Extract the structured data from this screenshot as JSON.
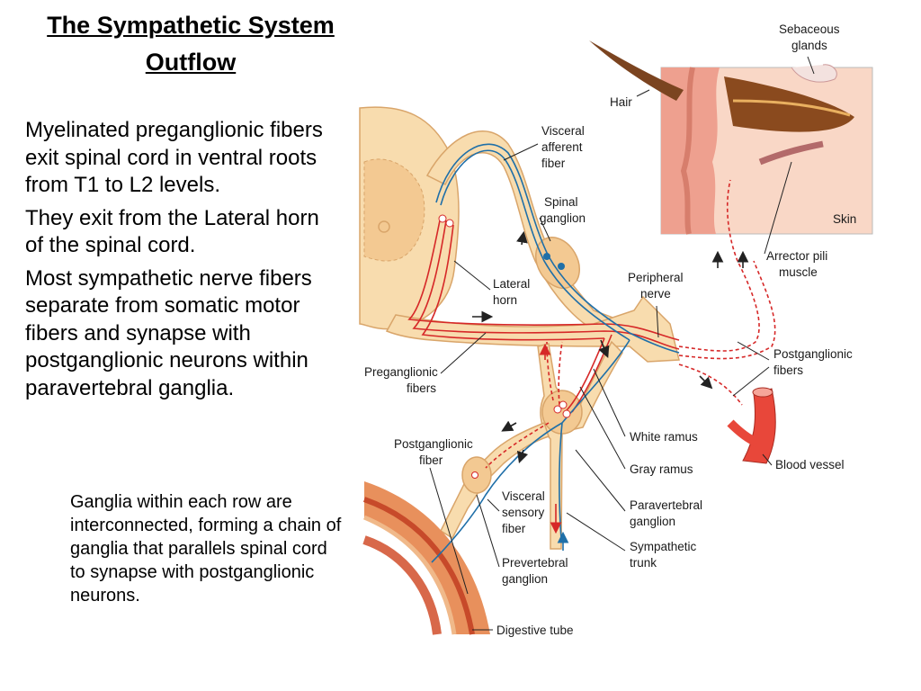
{
  "slide": {
    "title_line1": "The Sympathetic System",
    "title_line2": "Outflow",
    "bullets": [
      "Myelinated preganglionic fibers exit spinal cord in ventral roots from T1 to L2 levels.",
      "They exit from the Lateral horn of the spinal cord.",
      "Most sympathetic nerve fibers separate from somatic motor fibers and synapse with postganglionic neurons within paravertebral ganglia."
    ],
    "sub_bullet": "Ganglia within each row are interconnected, forming a chain of ganglia that parallels spinal cord to synapse with postganglionic neurons."
  },
  "diagram": {
    "labels": {
      "sebaceous_1": "Sebaceous",
      "sebaceous_2": "glands",
      "hair": "Hair",
      "skin": "Skin",
      "visceral_afferent_1": "Visceral",
      "visceral_afferent_2": "afferent",
      "visceral_afferent_3": "fiber",
      "spinal_ganglion_1": "Spinal",
      "spinal_ganglion_2": "ganglion",
      "arrector_1": "Arrector pili",
      "arrector_2": "muscle",
      "lateral_horn_1": "Lateral",
      "lateral_horn_2": "horn",
      "peripheral_nerve_1": "Peripheral",
      "peripheral_nerve_2": "nerve",
      "postganglionic_fibers_1": "Postganglionic",
      "postganglionic_fibers_2": "fibers",
      "preganglionic_1": "Preganglionic",
      "preganglionic_2": "fibers",
      "white_ramus": "White ramus",
      "blood_vessel": "Blood vessel",
      "postganglionic_fiber_1": "Postganglionic",
      "postganglionic_fiber_2": "fiber",
      "gray_ramus": "Gray ramus",
      "visceral_sensory_1": "Visceral",
      "visceral_sensory_2": "sensory",
      "visceral_sensory_3": "fiber",
      "paravertebral_1": "Paravertebral",
      "paravertebral_2": "ganglion",
      "sympathetic_trunk_1": "Sympathetic",
      "sympathetic_trunk_2": "trunk",
      "prevertebral_1": "Prevertebral",
      "prevertebral_2": "ganglion",
      "digestive_tube": "Digestive tube"
    },
    "colors": {
      "tissue": "#f8dcae",
      "tissue_edge": "#d9a56a",
      "motor_red": "#d62828",
      "sensory_blue": "#1f6fa8",
      "skin_pink": "#eea08f",
      "vessel": "#e8473a"
    }
  }
}
